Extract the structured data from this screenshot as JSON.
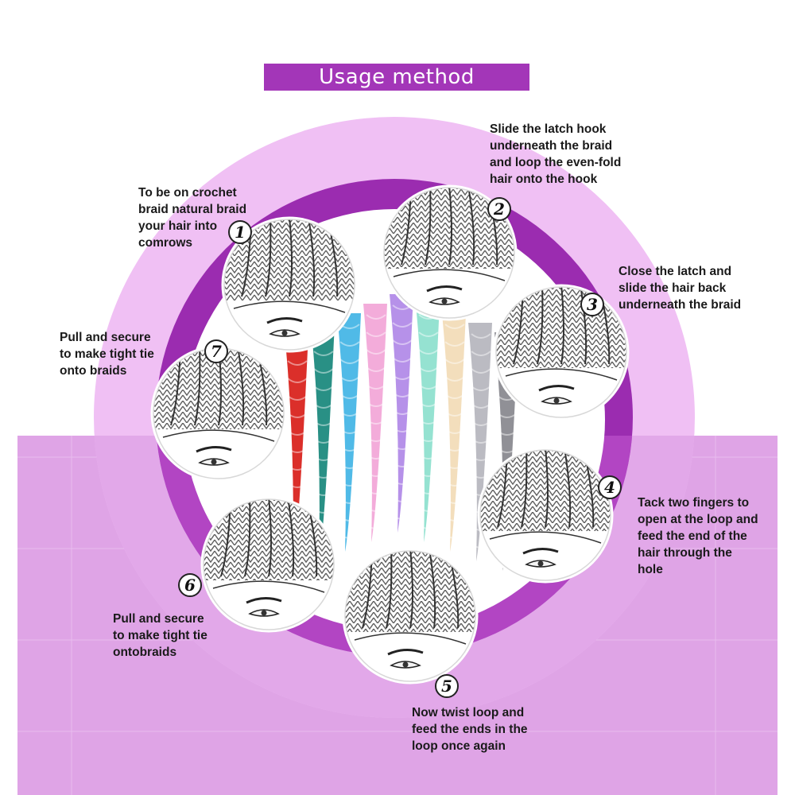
{
  "title": "Usage method",
  "colors": {
    "outer_ring": "#f0c0f4",
    "lower_panel": "#dfa4e6",
    "inner_ring": "#9b2cb0",
    "title_bg": "#a336b8"
  },
  "steps": [
    {
      "num": "1",
      "text": "To be on crochet\nbraid natural braid\nyour hair into\ncomrows",
      "illustration": "cornrow-braids-illustration"
    },
    {
      "num": "2",
      "text": "Slide the latch hook\nunderneath the braid\nand loop the even-fold\nhair onto the hook",
      "illustration": "latch-hook-illustration"
    },
    {
      "num": "3",
      "text": "Close the latch and\nslide the hair back\nunderneath the braid",
      "illustration": "close-latch-illustration"
    },
    {
      "num": "4",
      "text": "Tack two fingers to\nopen at the loop and\nfeed the end of the\nhair through the\nhole",
      "illustration": "feed-hair-illustration"
    },
    {
      "num": "5",
      "text": "Now twist loop and\nfeed the ends in the\nloop once again",
      "illustration": "twist-loop-illustration"
    },
    {
      "num": "6",
      "text": "Pull and secure\nto make tight tie\nontobraids",
      "illustration": "pull-secure-illustration"
    },
    {
      "num": "7",
      "text": "Pull and secure\nto make tight tie\nonto braids",
      "illustration": "tight-tie-illustration"
    }
  ],
  "braid_colors": [
    "#d9241f",
    "#1d8a7e",
    "#47b6e6",
    "#f2a8d8",
    "#b28be8",
    "#8fe0cf",
    "#f2dcb8",
    "#b7b7bf",
    "#8a8a90"
  ]
}
